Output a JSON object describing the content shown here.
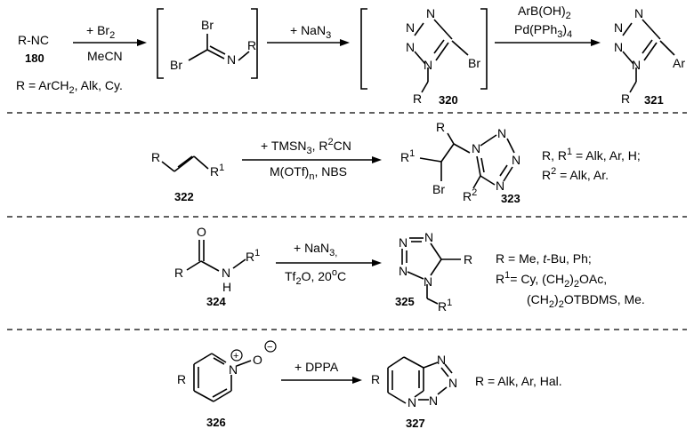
{
  "scheme1": {
    "start": "R-NC",
    "start_num": "180",
    "r_def": "R = ArCH",
    "r_def_sub": "2",
    "r_def_tail": ", Alk, Cy.",
    "reagent1_top": "+ Br",
    "reagent1_top_sub": "2",
    "reagent1_bottom": "MeCN",
    "intermediate_br_top": "Br",
    "intermediate_br_left": "Br",
    "intermediate_n": "N",
    "intermediate_r": "R",
    "reagent2_top": "+ NaN",
    "reagent2_top_sub": "3",
    "tetrazole_n": "N",
    "product1_br": "Br",
    "product1_r": "R",
    "product1_num": "320",
    "reagent3_top": "ArB(OH)",
    "reagent3_top_sub": "2",
    "reagent3_bottom": "Pd(PPh",
    "reagent3_bottom_sub": "3",
    "reagent3_bottom_tail": ")",
    "reagent3_bottom_sub2": "4",
    "product2_ar": "Ar",
    "product2_r": "R",
    "product2_num": "321"
  },
  "scheme2": {
    "alkene_r": "R",
    "alkene_r1": "R",
    "alkene_r1_sup": "1",
    "start_num": "322",
    "reagent_top": "+ TMSN",
    "reagent_top_sub": "3",
    "reagent_top_mid": ", R",
    "reagent_top_sup": "2",
    "reagent_top_tail": "CN",
    "reagent_bottom": "M(OTf)",
    "reagent_bottom_sub": "n",
    "reagent_bottom_tail": ", NBS",
    "prod_r": "R",
    "prod_r1": "R",
    "prod_r1_sup": "1",
    "prod_br": "Br",
    "prod_r2": "R",
    "prod_r2_sup": "2",
    "prod_num": "323",
    "cond1": "R, R",
    "cond1_sup": "1",
    "cond1_tail": " = Alk, Ar, H;",
    "cond2": "R",
    "cond2_sup": "2",
    "cond2_tail": " = Alk, Ar."
  },
  "scheme3": {
    "amide_o": "O",
    "amide_r": "R",
    "amide_n": "N",
    "amide_h": "H",
    "amide_r1": "R",
    "amide_r1_sup": "1",
    "start_num": "324",
    "reagent_top": "+ NaN",
    "reagent_top_sub": "3,",
    "reagent_bottom": "Tf",
    "reagent_bottom_sub": "2",
    "reagent_bottom_tail": "O, 20",
    "reagent_bottom_sup": "o",
    "reagent_bottom_end": "C",
    "prod_r": "R",
    "prod_r1": "R",
    "prod_r1_sup": "1",
    "prod_num": "325",
    "cond1": "R = Me, ",
    "cond1_italic": "t",
    "cond1_tail": "-Bu, Ph;",
    "cond2": "R",
    "cond2_sup": "1",
    "cond2_tail": "= Cy, (CH",
    "cond2_sub": "2",
    "cond2_tail2": ")",
    "cond2_sub2": "2",
    "cond2_tail3": "OAc,",
    "cond3": "(CH",
    "cond3_sub": "2",
    "cond3_tail": ")",
    "cond3_sub2": "2",
    "cond3_tail2": "OTBDMS, Me."
  },
  "scheme4": {
    "pyr_r": "R",
    "pyr_n": "N",
    "pyr_o": "O",
    "plus": "+",
    "minus": "−",
    "start_num": "326",
    "reagent": "+ DPPA",
    "prod_r": "R",
    "prod_num": "327",
    "cond": "R = Alk, Ar, Hal."
  }
}
